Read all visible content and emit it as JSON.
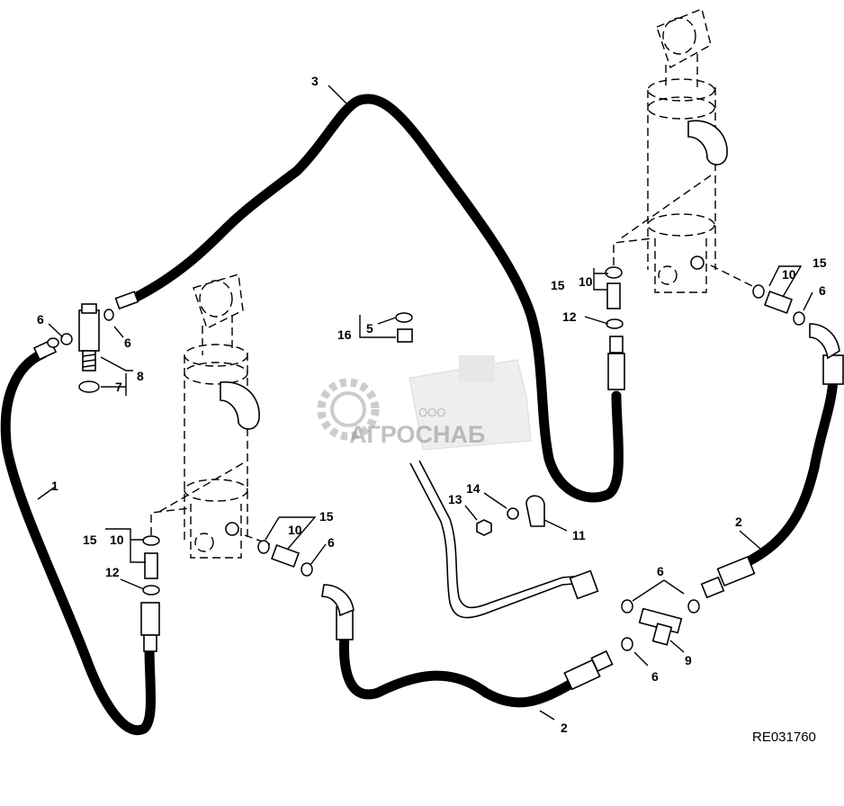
{
  "callouts": {
    "c1": "1",
    "c2a": "2",
    "c2b": "2",
    "c3": "3",
    "c5": "5",
    "c6a": "6",
    "c6b": "6",
    "c6c": "6",
    "c6d": "6",
    "c6e": "6",
    "c6f": "6",
    "c7": "7",
    "c8": "8",
    "c9": "9",
    "c10a": "10",
    "c10b": "10",
    "c10c": "10",
    "c10d": "10",
    "c11": "11",
    "c12a": "12",
    "c12b": "12",
    "c13": "13",
    "c14": "14",
    "c15a": "15",
    "c15b": "15",
    "c15c": "15",
    "c15d": "15",
    "c16": "16"
  },
  "figure_code": "RE031760",
  "watermark": {
    "brand": "АГРОСНАБ",
    "prefix": "ООО",
    "logo": "gear-logo-icon"
  },
  "colors": {
    "line": "#000000",
    "watermark": "#8e8e8e",
    "background": "#ffffff"
  }
}
